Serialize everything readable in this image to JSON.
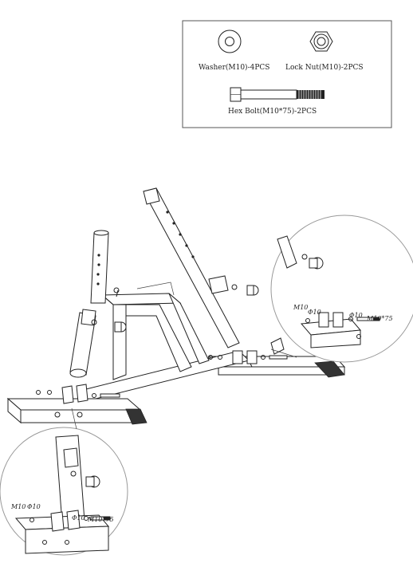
{
  "parts_box": {
    "washer_label": "Washer(M10)-4PCS",
    "locknut_label": "Lock Nut(M10)-2PCS",
    "hexbolt_label": "Hex Bolt(M10*75)-2PCS"
  },
  "callout_right": {
    "label_m10": "M10",
    "label_phi10_a": "Φ10",
    "label_phi10_b": "Φ10",
    "label_bolt": "M10*75"
  },
  "callout_left": {
    "label_m10": "M10",
    "label_phi10_a": "Φ10",
    "label_phi10_b": "Φ10",
    "label_bolt": "M10*75"
  },
  "icons": [
    "washer-icon",
    "lock-nut-icon",
    "hex-bolt-icon"
  ]
}
